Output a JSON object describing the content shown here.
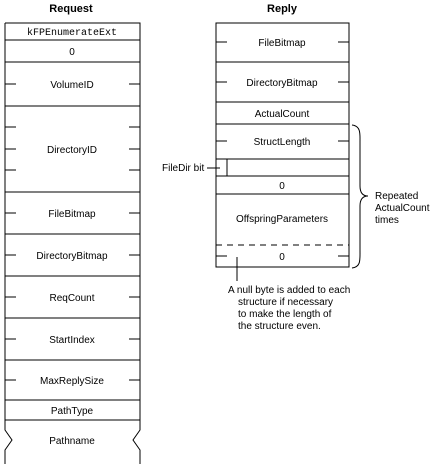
{
  "request": {
    "header": "Request",
    "fields": [
      {
        "label": "kFPEnumerateExt",
        "mono": true
      },
      {
        "label": "0"
      },
      {
        "label": "VolumeID"
      },
      {
        "label": "DirectoryID"
      },
      {
        "label": "FileBitmap"
      },
      {
        "label": "DirectoryBitmap"
      },
      {
        "label": "ReqCount"
      },
      {
        "label": "StartIndex"
      },
      {
        "label": "MaxReplySize"
      },
      {
        "label": "PathType"
      },
      {
        "label": "Pathname"
      }
    ]
  },
  "reply": {
    "header": "Reply",
    "fields": [
      {
        "label": "FileBitmap"
      },
      {
        "label": "DirectoryBitmap"
      },
      {
        "label": "ActualCount"
      },
      {
        "label": "StructLength"
      },
      {
        "label": ""
      },
      {
        "label": "0"
      },
      {
        "label": "OffspringParameters"
      },
      {
        "label": "0"
      }
    ],
    "filedir_label": "FileDir bit",
    "repeated_lines": [
      "Repeated",
      "ActualCount",
      "times"
    ],
    "null_note_lines": [
      "A null byte is added to each",
      "structure if necessary",
      "to make the length of",
      "the structure even."
    ]
  }
}
